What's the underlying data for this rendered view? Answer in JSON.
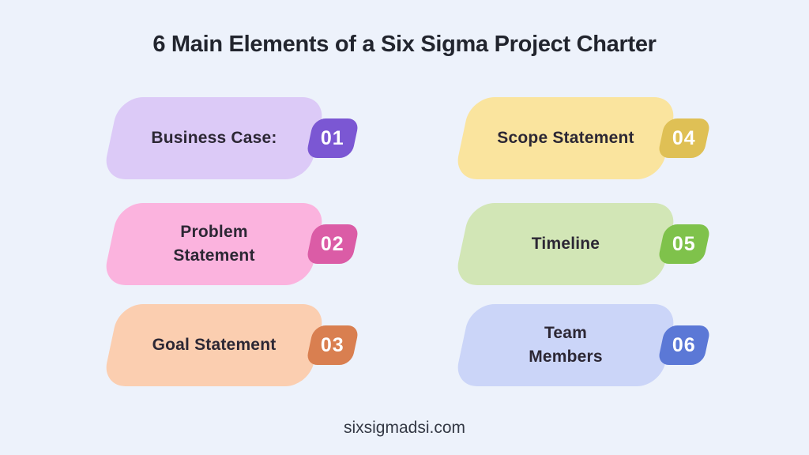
{
  "page": {
    "title": "6 Main Elements of a Six Sigma Project Charter",
    "footer": "sixsigmadsi.com",
    "background_color": "#edf2fb",
    "title_color": "#22252e"
  },
  "cards": [
    {
      "number": "01",
      "label": "Business Case:",
      "body_color": "#dccaf7",
      "badge_color": "#7b57d3"
    },
    {
      "number": "02",
      "label": "Problem\nStatement",
      "body_color": "#fbb3de",
      "badge_color": "#db5ca6"
    },
    {
      "number": "03",
      "label": "Goal Statement",
      "body_color": "#fbceb0",
      "badge_color": "#d97f50"
    },
    {
      "number": "04",
      "label": "Scope Statement",
      "body_color": "#fae49e",
      "badge_color": "#dfc055"
    },
    {
      "number": "05",
      "label": "Timeline",
      "body_color": "#d2e6b6",
      "badge_color": "#7fc24b"
    },
    {
      "number": "06",
      "label": "Team\nMembers",
      "body_color": "#cbd5f8",
      "badge_color": "#5b78d6"
    }
  ]
}
